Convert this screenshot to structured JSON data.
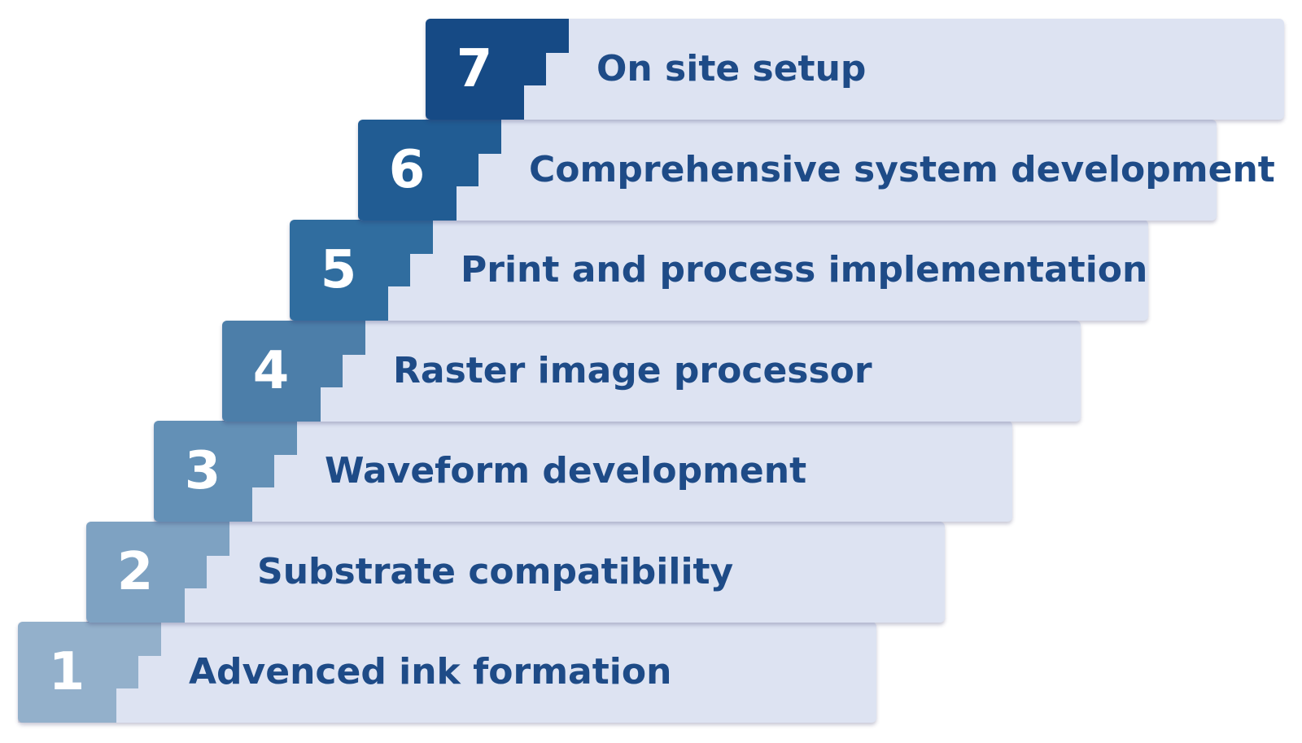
{
  "steps": [
    {
      "number": "1",
      "label": "Advenced ink formation",
      "color": "#93b0cb"
    },
    {
      "number": "2",
      "label": "Substrate compatibility",
      "color": "#7ea2c2"
    },
    {
      "number": "3",
      "label": "Waveform development",
      "color": "#6390b6"
    },
    {
      "number": "4",
      "label": "Raster image processor",
      "color": "#4c7ea9"
    },
    {
      "number": "5",
      "label": "Print and process implementation",
      "color": "#306d9f"
    },
    {
      "number": "6",
      "label": "Comprehensive system development",
      "color": "#215c93"
    },
    {
      "number": "7",
      "label": "On site setup",
      "color": "#164a85"
    }
  ]
}
